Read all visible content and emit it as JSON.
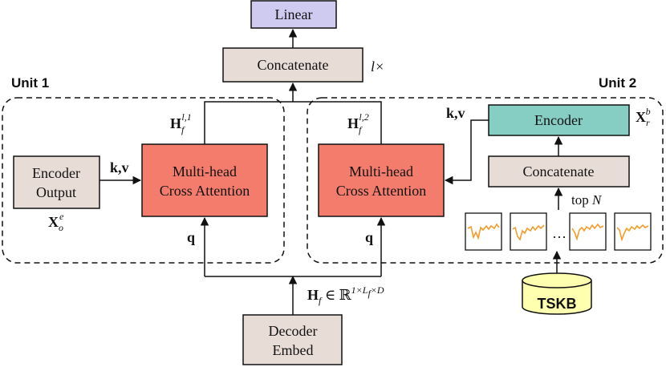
{
  "boxes": {
    "linear": "Linear",
    "top_concat": "Concatenate",
    "encoder_output_line1": "Encoder",
    "encoder_output_line2": "Output",
    "mhca1_line1": "Multi-head",
    "mhca1_line2": "Cross Attention",
    "mhca2_line1": "Multi-head",
    "mhca2_line2": "Cross Attention",
    "encoder": "Encoder",
    "right_concat": "Concatenate",
    "decoder_line1": "Decoder",
    "decoder_line2": "Embed",
    "tskb": "TSKB"
  },
  "labels": {
    "unit1": "Unit 1",
    "unit2": "Unit 2",
    "repeat": "l×",
    "kv_left": "k,v",
    "kv_right": "k,v",
    "q_left": "q",
    "q_right": "q",
    "top_n_prefix": "top ",
    "top_n_var": "N",
    "ellipsis": "…"
  },
  "math": {
    "h1_base": "H",
    "h1_sub": "f",
    "h1_sup": "l,1",
    "h2_base": "H",
    "h2_sub": "f",
    "h2_sup": "l,2",
    "xo_base": "X",
    "xo_sub": "o",
    "xo_sup": "e",
    "xr_base": "X",
    "xr_sub": "r",
    "xr_sup": "b",
    "hf_base": "H",
    "hf_sub": "f",
    "hf_rel": " ∈ ℝ",
    "hf_sup": "1×L",
    "hf_sup_sub": "f",
    "hf_sup_tail": "×D"
  },
  "colors": {
    "linear_fill": "#cfcaf0",
    "concat_fill": "#e8ddd6",
    "attention_fill": "#f47c6c",
    "encoder_fill": "#86cdc3",
    "tskb_fill": "#ffffb0",
    "series_line": "#f39c2a"
  },
  "icons": [
    "time-series-thumbnail",
    "database-icon"
  ]
}
